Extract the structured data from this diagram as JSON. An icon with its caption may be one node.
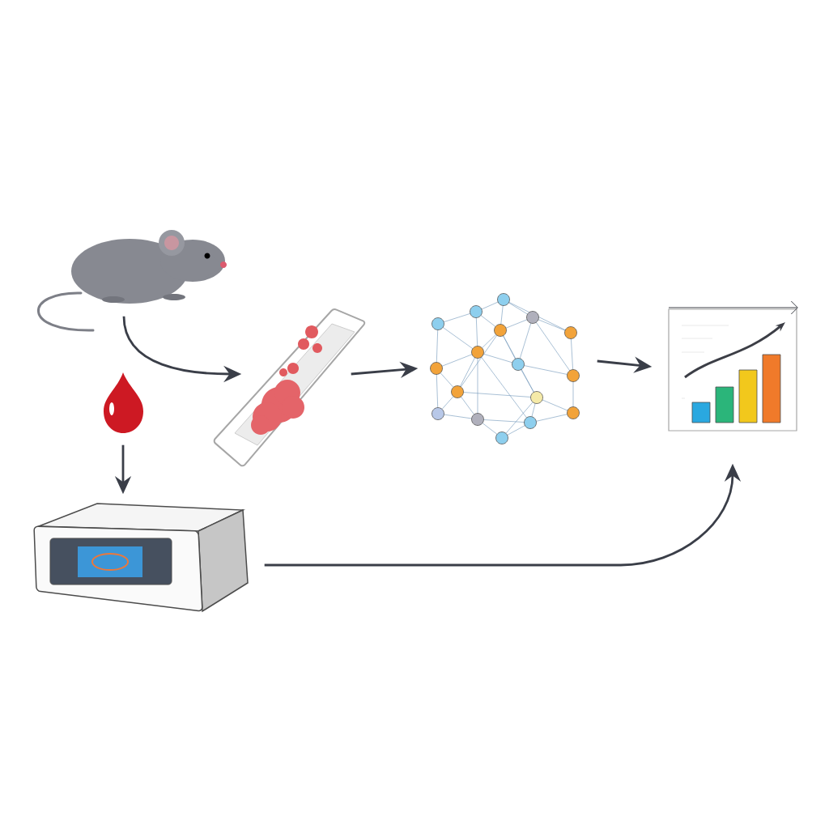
{
  "diagram": {
    "nodes": [
      {
        "text": [],
        "shape": "picture"
      },
      {
        "text": [],
        "shape": "picture"
      },
      {
        "text": [],
        "shape": "picture"
      },
      {
        "text": [],
        "shape": "picture"
      },
      {
        "text": [],
        "shape": "picture"
      },
      {
        "text": [],
        "shape": "picture"
      }
    ],
    "edges": [
      {
        "from": 0,
        "to": 1,
        "arrow": "to"
      },
      {
        "from": 1,
        "to": 2,
        "arrow": "to"
      },
      {
        "from": 2,
        "to": 3,
        "arrow": "to"
      },
      {
        "from": 4,
        "to": 5,
        "arrow": "to"
      },
      {
        "from": 5,
        "to": 3,
        "arrow": "to"
      }
    ]
  }
}
